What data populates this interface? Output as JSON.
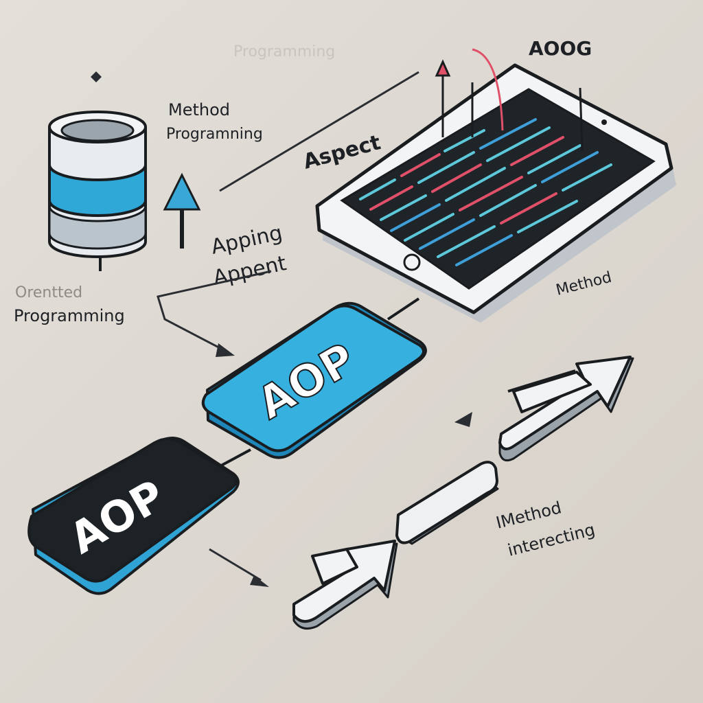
{
  "labels": {
    "faded_top": "Programming",
    "method_top": "Method",
    "programming_top": "Programning",
    "aspect": "Aspect",
    "aoog": "AOOG",
    "apping": "Apping",
    "appent": "Appent",
    "orentted": "Orentted",
    "programming_left": "Programming",
    "method_right": "Method",
    "imethod": "IMethod",
    "interecting": "interecting"
  },
  "boxes": {
    "blue_box": "AOP",
    "dark_box": "AOP"
  },
  "colors": {
    "background": "#dcd7d0",
    "accent_blue": "#2fa8d8",
    "dark_box": "#1d2226",
    "screen": "#1f2428",
    "code_red": "#e05068",
    "code_cyan": "#5cc8da",
    "code_blue": "#3f9fd8",
    "outline": "#1a1d20"
  },
  "icons": [
    "database-icon",
    "tablet-icon",
    "up-arrow-icon",
    "right-arrow-icon",
    "connector-arrow-icon"
  ]
}
